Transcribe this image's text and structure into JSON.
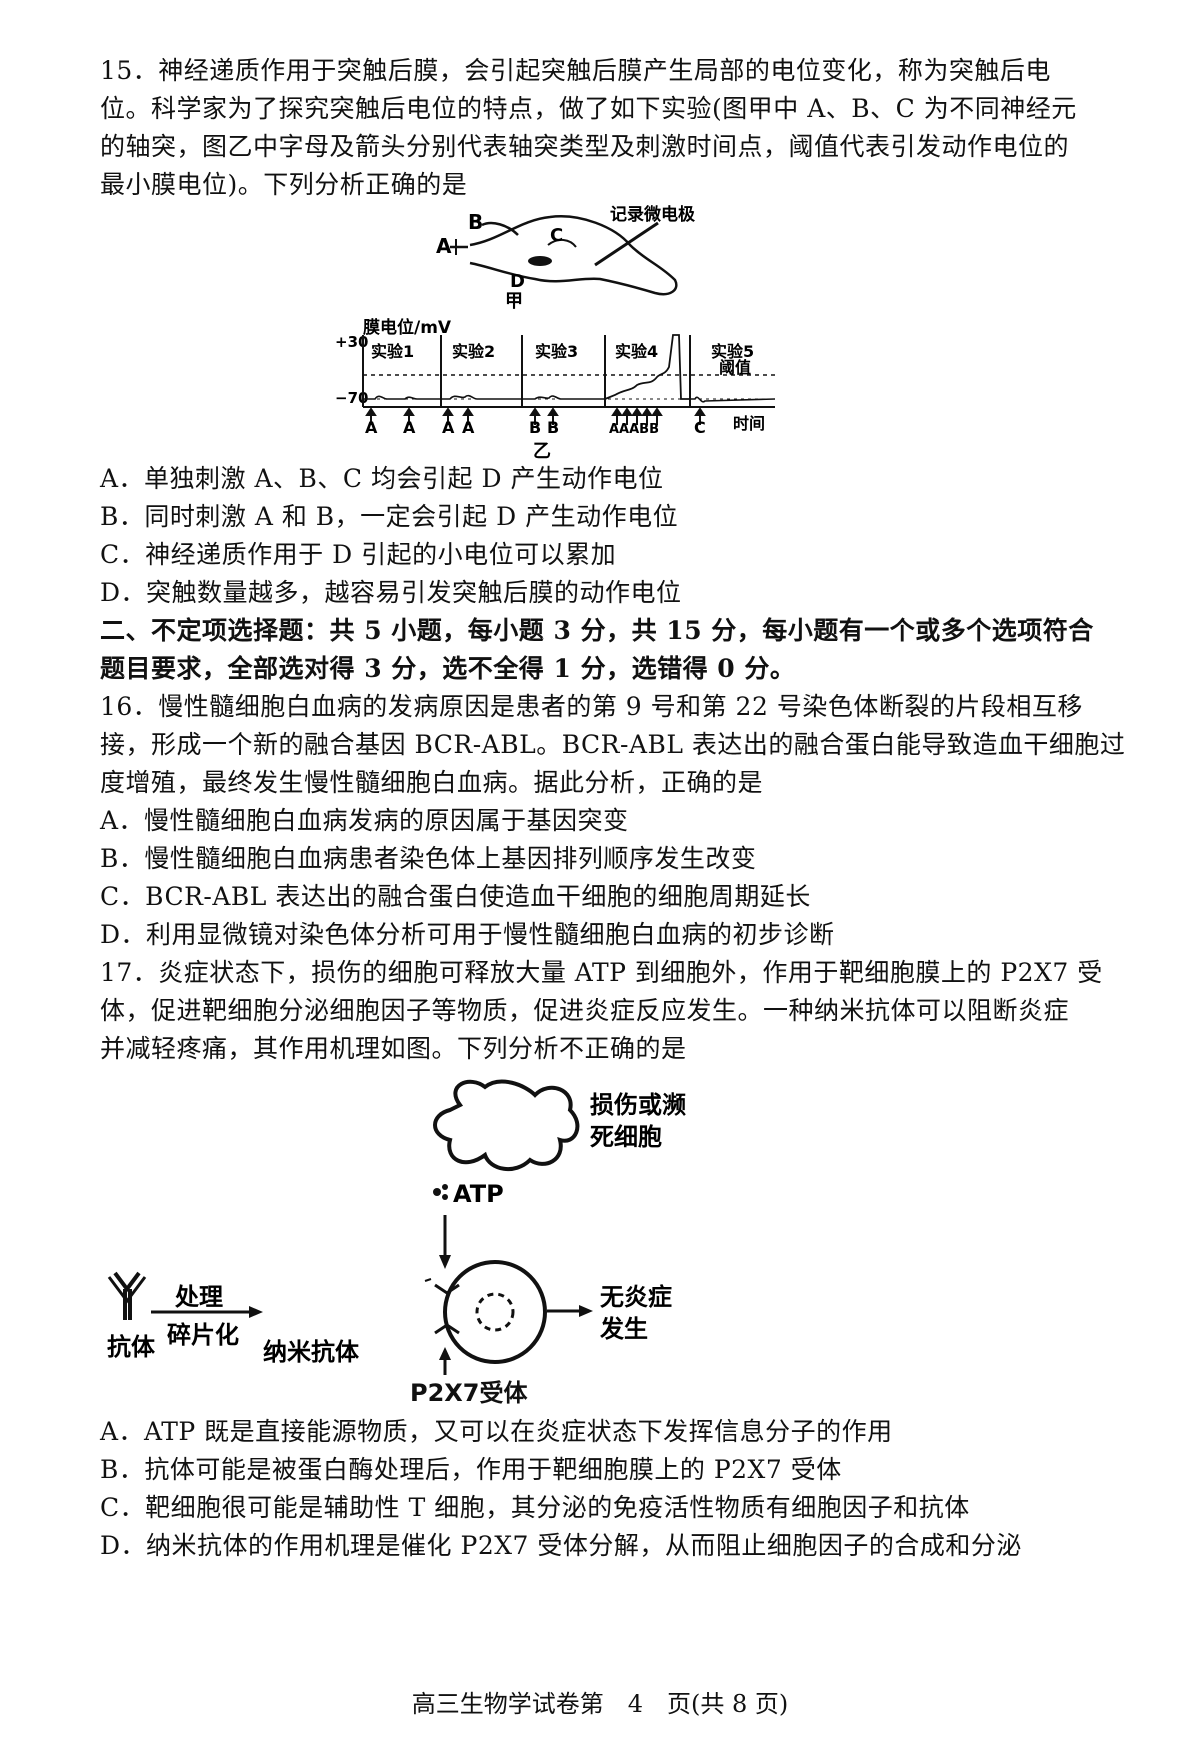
{
  "q15": {
    "lines": [
      "15．神经递质作用于突触后膜，会引起突触后膜产生局部的电位变化，称为突触后电",
      "位。科学家为了探究突触后电位的特点，做了如下实验(图甲中 A、B、C 为不同神经元",
      "的轴突，图乙中字母及箭头分别代表轴突类型及刺激时间点，阈值代表引发动作电位的",
      "最小膜电位)。下列分析正确的是"
    ],
    "fig_jia": {
      "label_A": "A",
      "label_B": "B",
      "label_C": "C",
      "label_D": "D",
      "electrode": "记录微电极",
      "caption": "甲"
    },
    "fig_yi": {
      "y_axis": "膜电位/mV",
      "y_top": "+30",
      "y_bottom": "−70",
      "panels": [
        "实验1",
        "实验2",
        "实验3",
        "实验4",
        "实验5"
      ],
      "threshold": "阈值",
      "x_axis": "时间",
      "stim_labels": [
        "A",
        "A",
        "A",
        "A",
        "B",
        "B",
        "AAABB",
        "C"
      ],
      "caption": "乙"
    },
    "options": [
      "A．单独刺激 A、B、C 均会引起 D 产生动作电位",
      "B．同时刺激 A 和 B，一定会引起 D 产生动作电位",
      "C．神经递质作用于 D 引起的小电位可以累加",
      "D．突触数量越多，越容易引发突触后膜的动作电位"
    ]
  },
  "section2": {
    "lines": [
      "二、不定项选择题：共 5 小题，每小题 3 分，共 15 分，每小题有一个或多个选项符合",
      "题目要求，全部选对得 3 分，选不全得 1 分，选错得 0 分。"
    ]
  },
  "q16": {
    "lines": [
      "16．慢性髓细胞白血病的发病原因是患者的第 9 号和第 22 号染色体断裂的片段相互移",
      "接，形成一个新的融合基因 BCR-ABL。BCR-ABL 表达出的融合蛋白能导致造血干细胞过",
      "度增殖，最终发生慢性髓细胞白血病。据此分析，正确的是"
    ],
    "options": [
      "A．慢性髓细胞白血病发病的原因属于基因突变",
      "B．慢性髓细胞白血病患者染色体上基因排列顺序发生改变",
      "C．BCR-ABL 表达出的融合蛋白使造血干细胞的细胞周期延长",
      "D．利用显微镜对染色体分析可用于慢性髓细胞白血病的初步诊断"
    ]
  },
  "q17": {
    "lines": [
      "17．炎症状态下，损伤的细胞可释放大量 ATP 到细胞外，作用于靶细胞膜上的 P2X7 受",
      "体，促进靶细胞分泌细胞因子等物质，促进炎症反应发生。一种纳米抗体可以阻断炎症",
      "并减轻疼痛，其作用机理如图。下列分析不正确的是"
    ],
    "figure": {
      "damaged_cell_line1": "损伤或濒",
      "damaged_cell_line2": "死细胞",
      "atp": "ATP",
      "process_top": "处理",
      "process_bottom": "碎片化",
      "antibody": "抗体",
      "nano_antibody": "纳米抗体",
      "no_inflammation_line1": "无炎症",
      "no_inflammation_line2": "发生",
      "receptor": "P2X7受体"
    },
    "options": [
      "A．ATP 既是直接能源物质，又可以在炎症状态下发挥信息分子的作用",
      "B．抗体可能是被蛋白酶处理后，作用于靶细胞膜上的 P2X7 受体",
      "C．靶细胞很可能是辅助性 T 细胞，其分泌的免疫活性物质有细胞因子和抗体",
      "D．纳米抗体的作用机理是催化 P2X7 受体分解，从而阻止细胞因子的合成和分泌"
    ]
  },
  "footer": "高三生物学试卷第　4　页(共 8 页)"
}
